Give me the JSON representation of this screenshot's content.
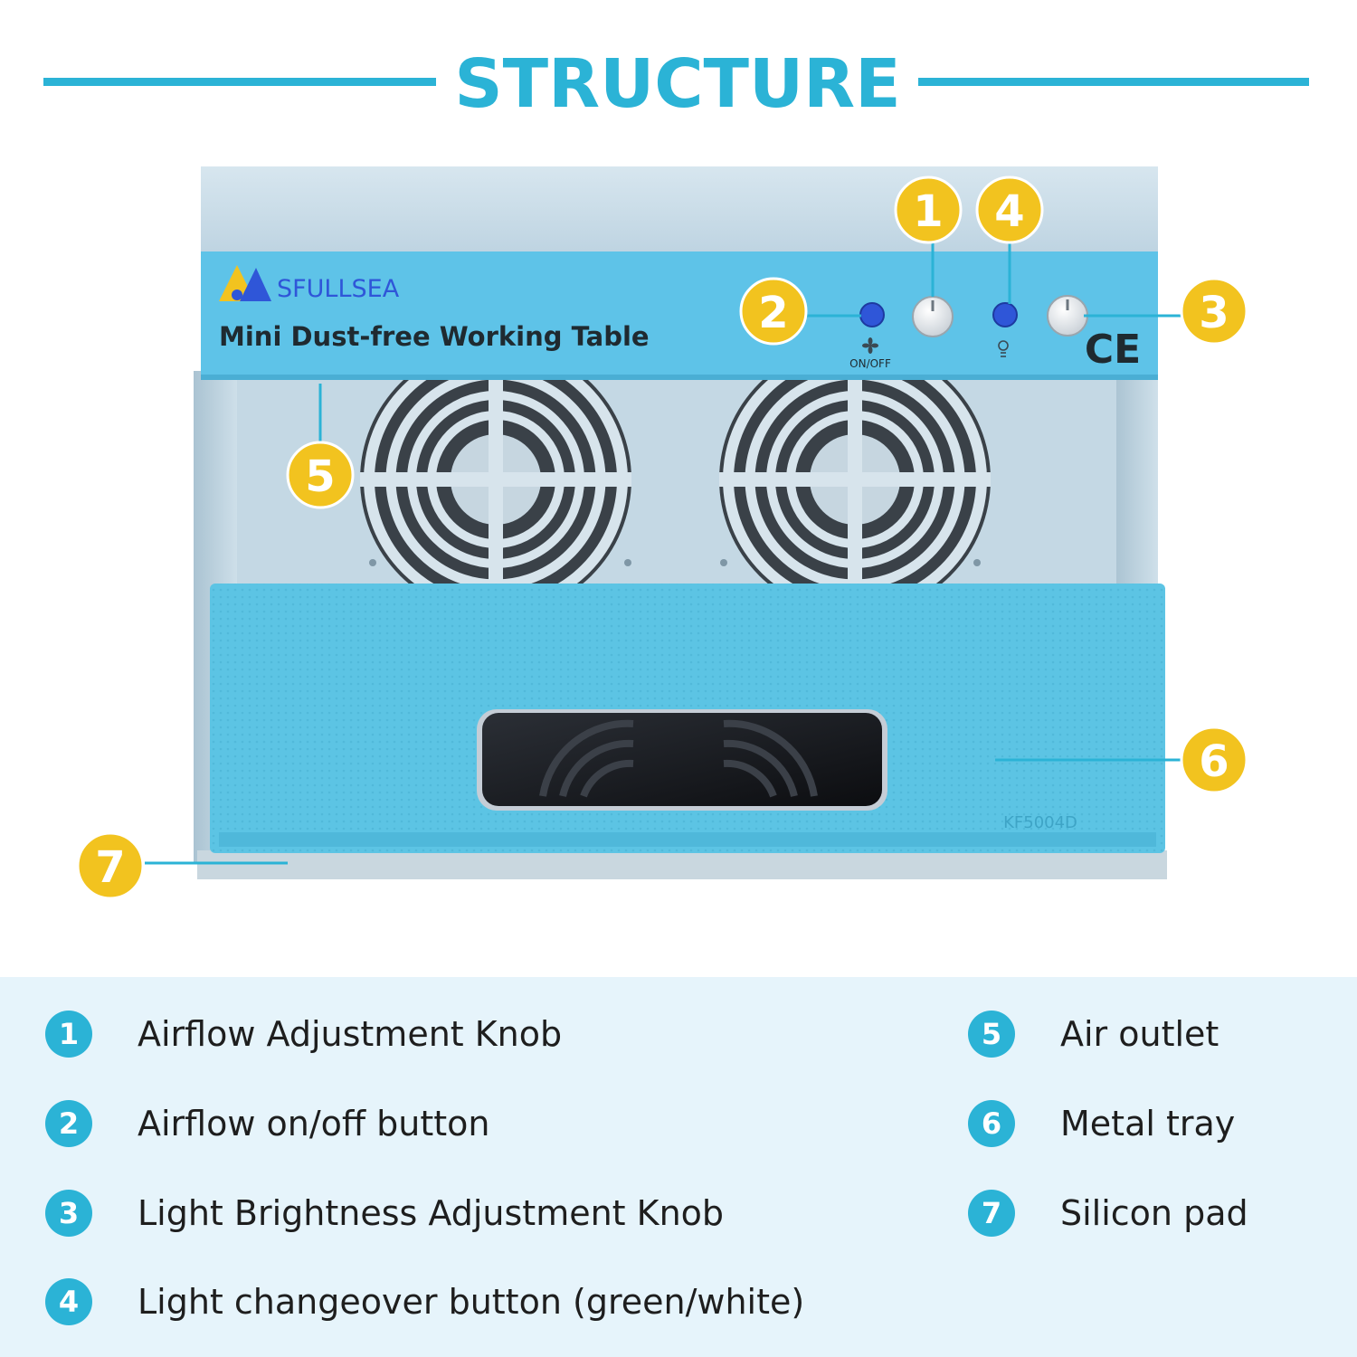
{
  "title": "STRUCTURE",
  "brand": "SFULLSEA",
  "product_name": "Mini Dust-free Working Table",
  "control_labels": {
    "fan_onoff": "ON/OFF"
  },
  "ce_mark": "CE",
  "pad_marking": "KF5004D",
  "callouts": [
    {
      "number": "1",
      "label": "Airflow Adjustment Knob"
    },
    {
      "number": "2",
      "label": "Airflow on/off button"
    },
    {
      "number": "3",
      "label": "Light Brightness Adjustment Knob"
    },
    {
      "number": "4",
      "label": "Light changeover button (green/white)"
    },
    {
      "number": "5",
      "label": "Air outlet"
    },
    {
      "number": "6",
      "label": "Metal tray"
    },
    {
      "number": "7",
      "label": "Silicon pad"
    }
  ],
  "colors": {
    "accent": "#2bb3d6",
    "badge": "#f2c31f",
    "housing": "#c9dde9",
    "front_panel": "#5ec3e8",
    "pad": "#5cc4e4",
    "button": "#2f56d8"
  }
}
